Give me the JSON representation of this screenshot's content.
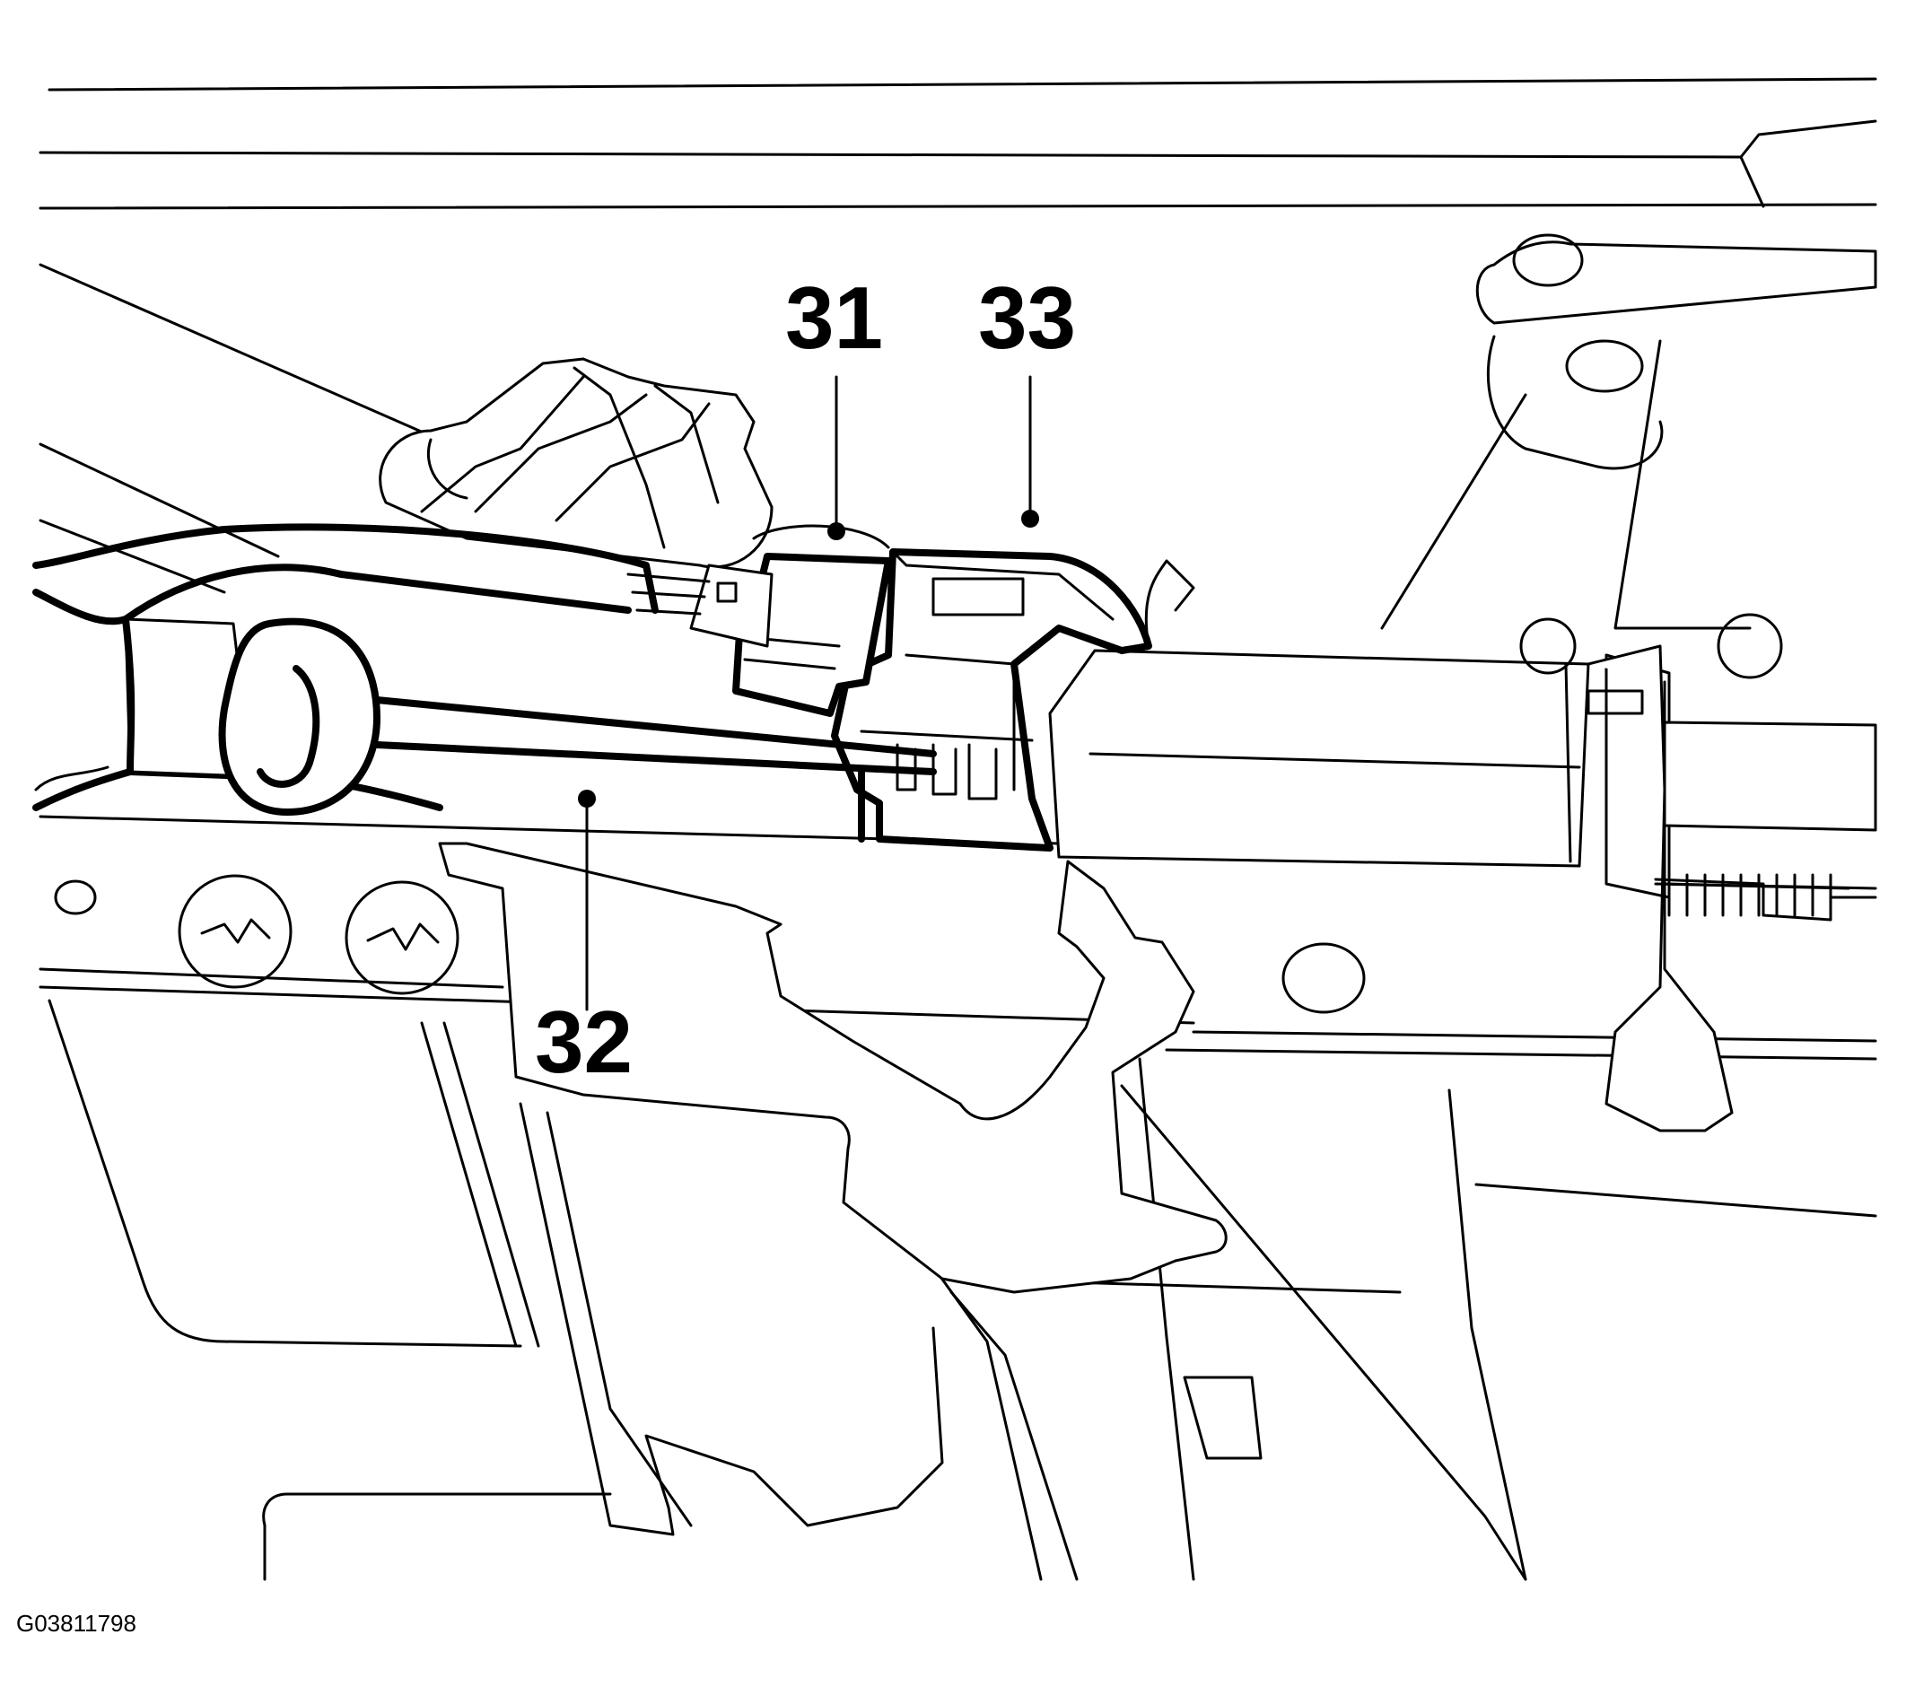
{
  "callouts": [
    {
      "id": "31",
      "label": "31"
    },
    {
      "id": "33",
      "label": "33"
    },
    {
      "id": "32",
      "label": "32"
    }
  ],
  "figure_id": "G03811798",
  "colors": {
    "line": "#000000",
    "background": "#ffffff"
  }
}
